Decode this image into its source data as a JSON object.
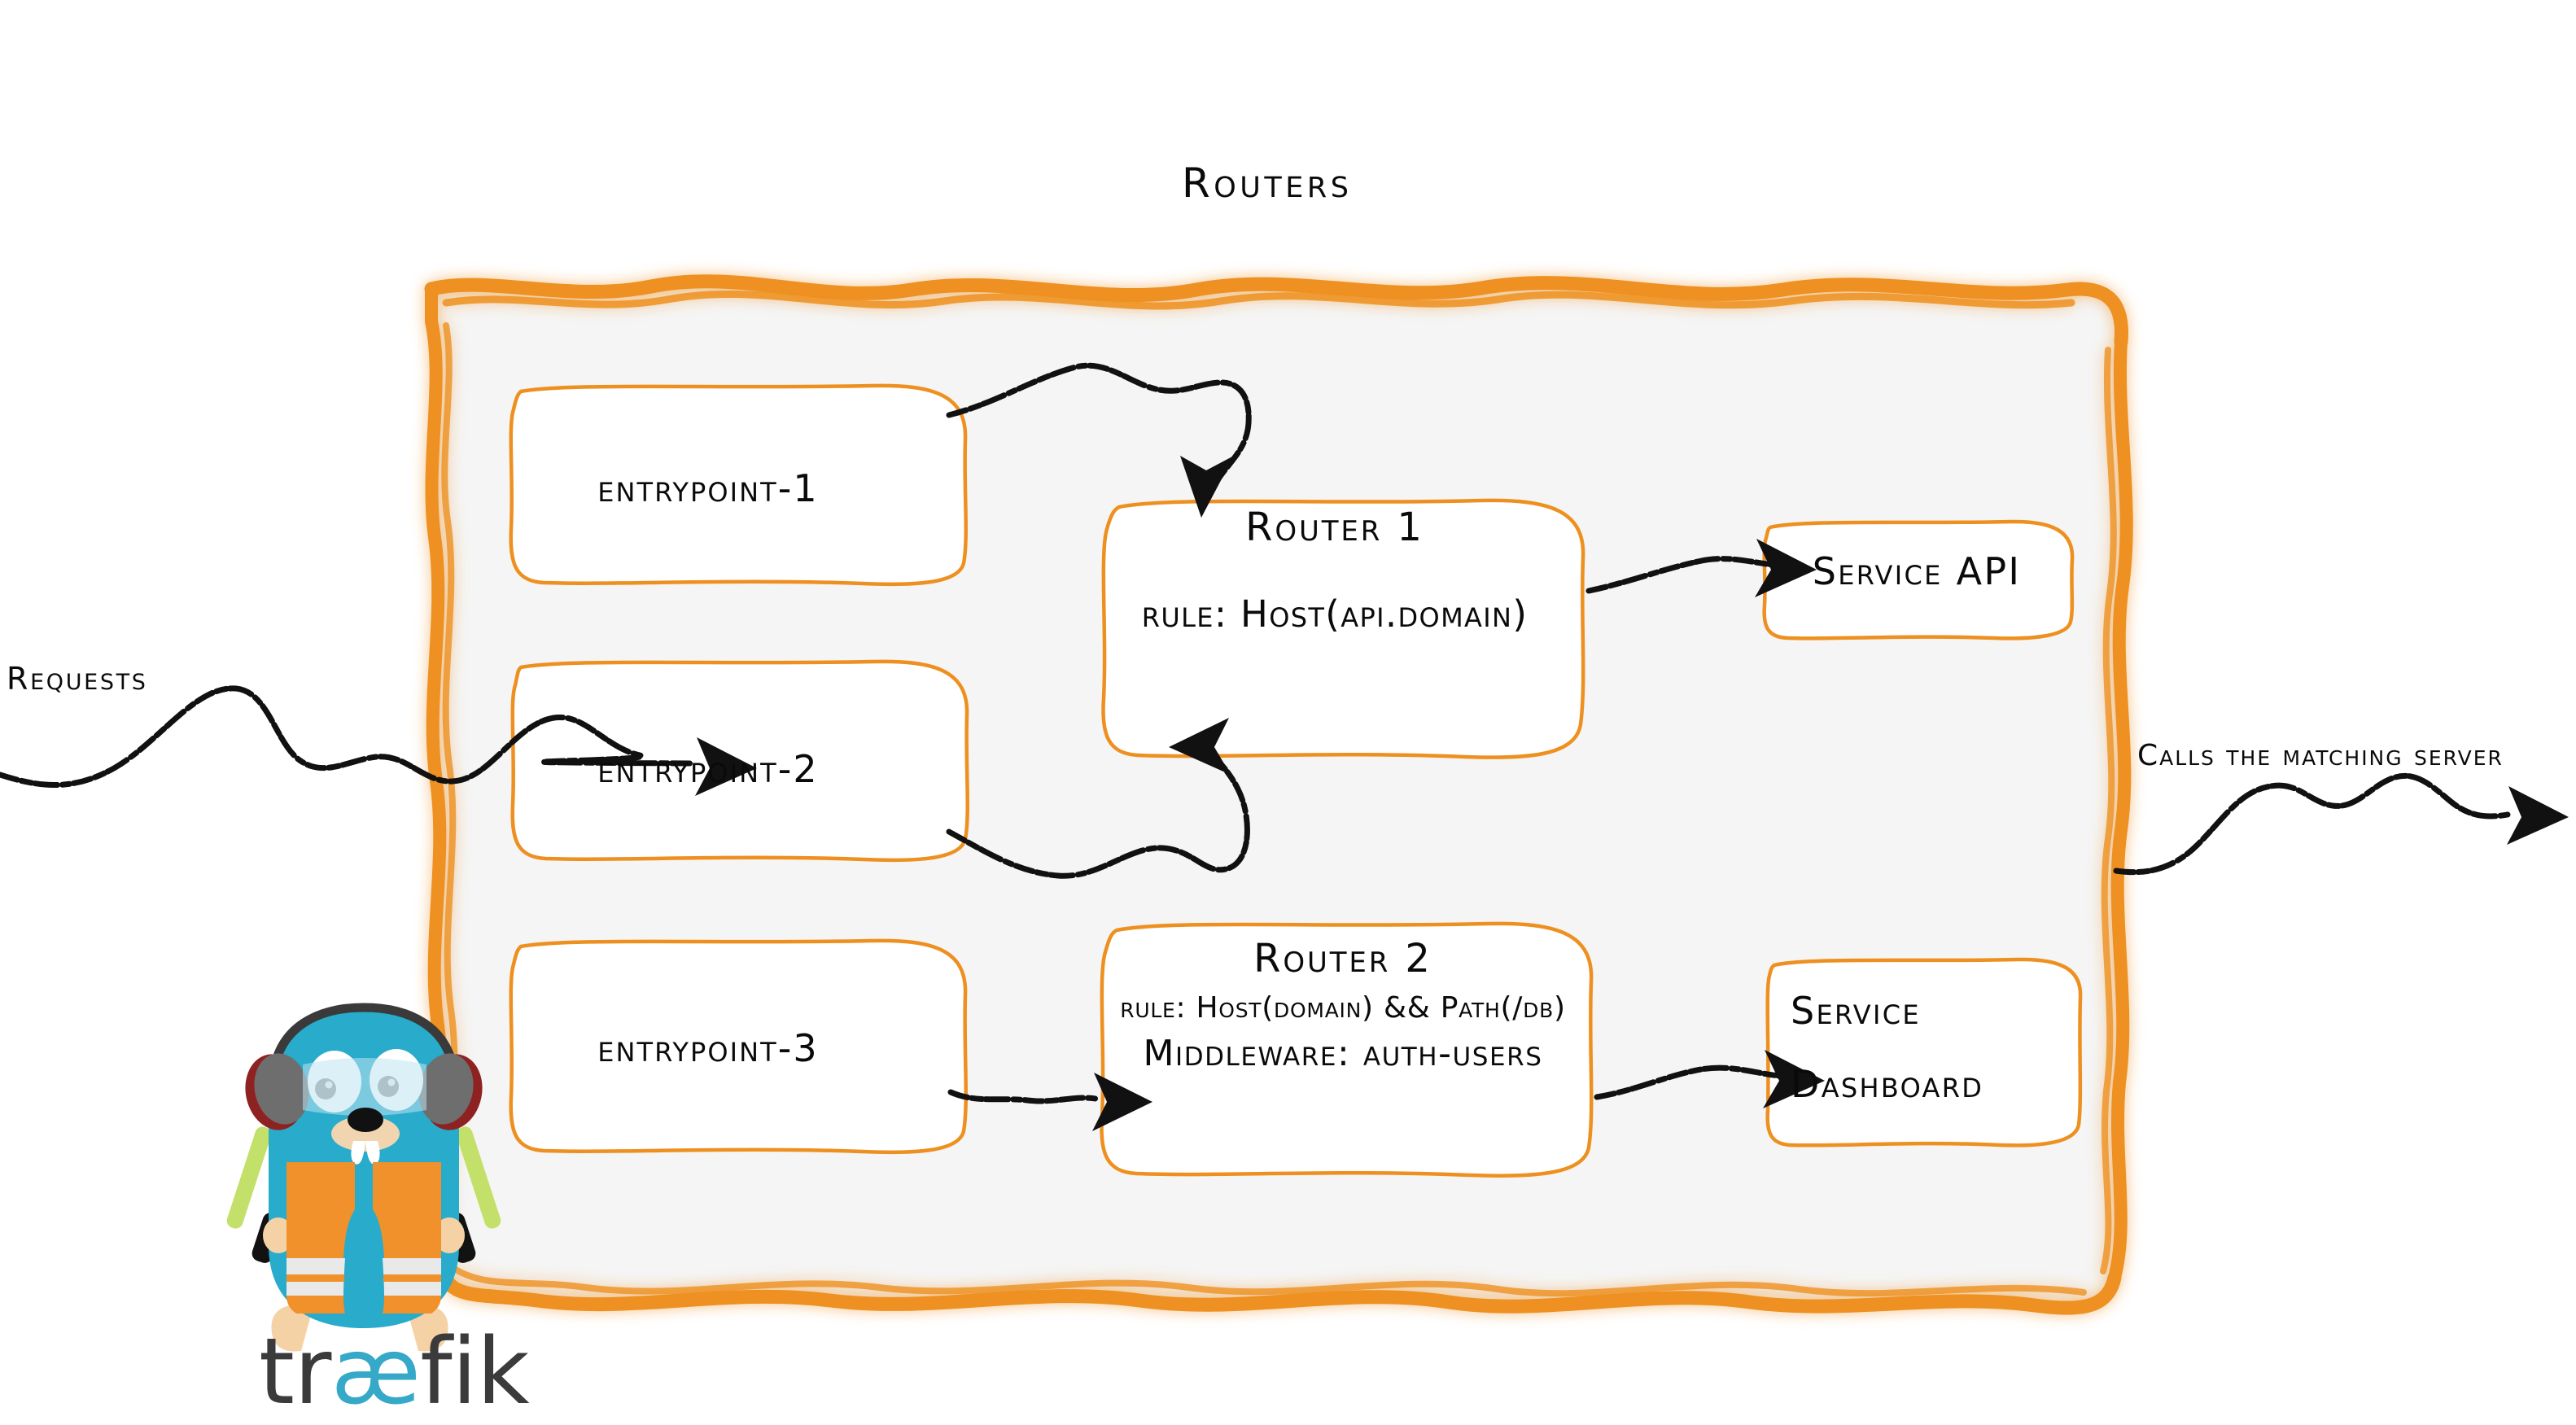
{
  "diagram": {
    "title": "Routers",
    "theme": {
      "accent_orange": "#EE9020",
      "panel_fill": "#F5F5F5",
      "box_fill": "#FFFFFF",
      "ink": "#0A0A0A",
      "gopher_body": "#29ABCB",
      "gopher_vest": "#F0912B",
      "wordmark_gray": "#3B3B3B",
      "wordmark_cyan": "#37A9C8"
    }
  },
  "labels": {
    "requests": "Requests",
    "calls_matching_server": "Calls the matching server"
  },
  "entrypoints": [
    {
      "name": "entrypoint-1"
    },
    {
      "name": "entrypoint-2"
    },
    {
      "name": "entrypoint-3"
    }
  ],
  "routers": [
    {
      "title": "Router 1",
      "rule": "rule: Host(api.domain)"
    },
    {
      "title": "Router 2",
      "rule": "rule: Host(domain) && Path(/db)",
      "middleware": "Middleware: auth-users"
    }
  ],
  "services": [
    {
      "name": "Service API"
    },
    {
      "name_line1": "Service",
      "name_line2": "Dashboard"
    }
  ],
  "logo": {
    "wordmark_part1": "tr",
    "wordmark_ae": "æ",
    "wordmark_part2": "fik",
    "mascot": "traefik-gopher"
  }
}
